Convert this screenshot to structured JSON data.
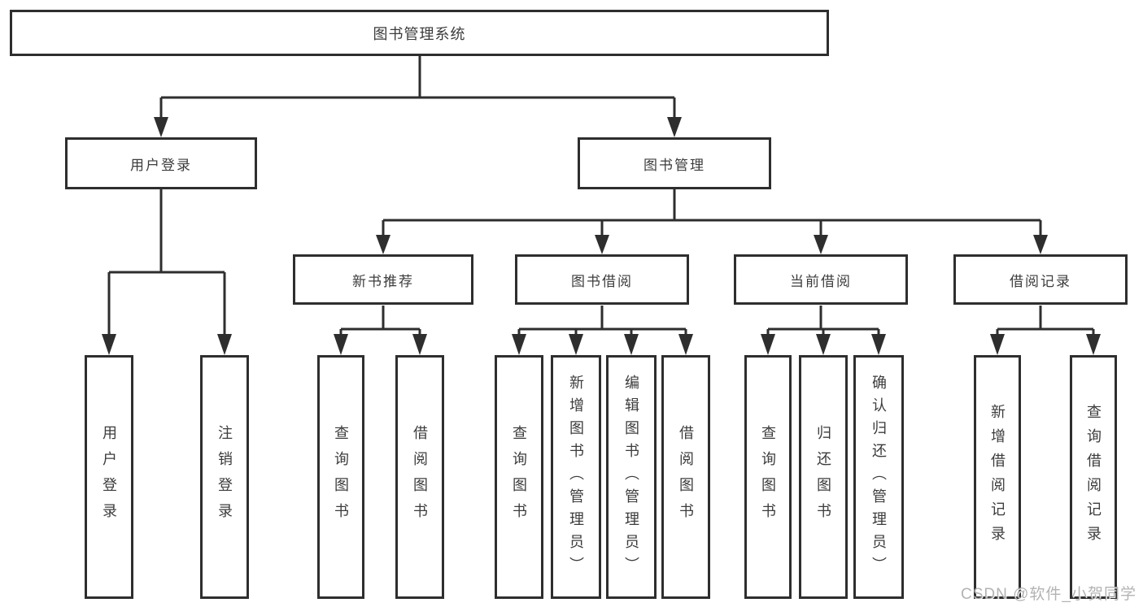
{
  "colors": {
    "line": "#2e2e2e",
    "text": "#3c3c3c",
    "background": "#ffffff",
    "watermark": "#a2a2a2"
  },
  "watermark": {
    "text": "CSDN @软件_小贺同学"
  },
  "tree": {
    "label": "图书管理系统",
    "children": [
      {
        "label": "用户登录",
        "children": [
          {
            "label": "用户登录"
          },
          {
            "label": "注销登录"
          }
        ]
      },
      {
        "label": "图书管理",
        "children": [
          {
            "label": "新书推荐",
            "children": [
              {
                "label": "查询图书"
              },
              {
                "label": "借阅图书"
              }
            ]
          },
          {
            "label": "图书借阅",
            "children": [
              {
                "label": "查询图书"
              },
              {
                "label": "新增图书（管理员）"
              },
              {
                "label": "编辑图书（管理员）"
              },
              {
                "label": "借阅图书"
              }
            ]
          },
          {
            "label": "当前借阅",
            "children": [
              {
                "label": "查询图书"
              },
              {
                "label": "归还图书"
              },
              {
                "label": "确认归还（管理员）"
              }
            ]
          },
          {
            "label": "借阅记录",
            "children": [
              {
                "label": "新增借阅记录"
              },
              {
                "label": "查询借阅记录"
              }
            ]
          }
        ]
      }
    ]
  }
}
